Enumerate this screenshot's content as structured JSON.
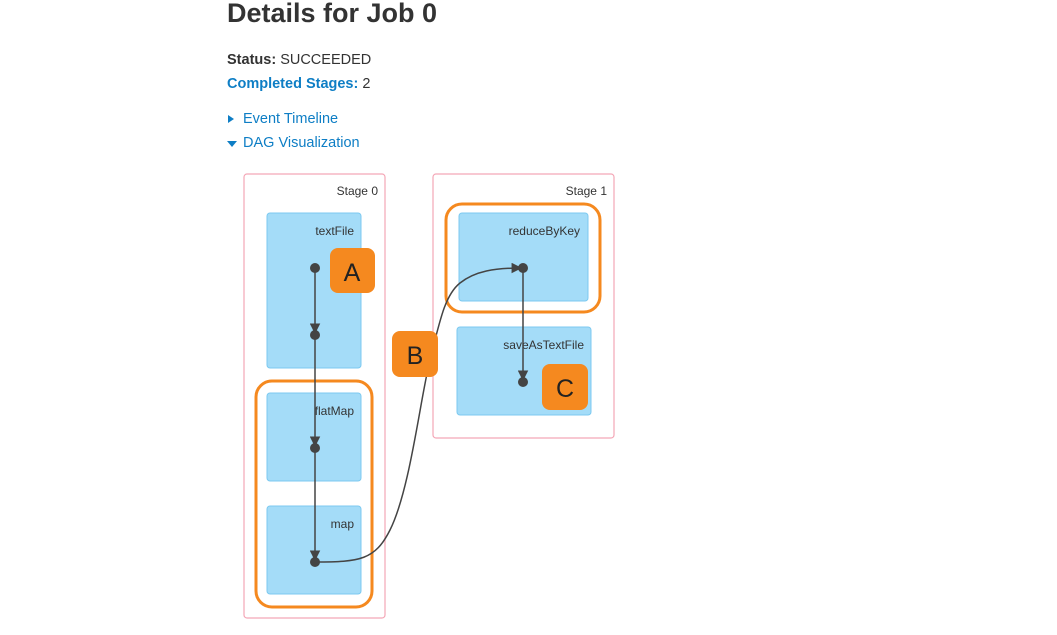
{
  "page": {
    "title": "Details for Job 0",
    "status_label": "Status:",
    "status_value": "SUCCEEDED",
    "completed_stages_label": "Completed Stages:",
    "completed_stages_value": "2"
  },
  "toggles": {
    "event_timeline": "Event Timeline",
    "dag_visualization": "DAG Visualization"
  },
  "dag": {
    "stages": [
      {
        "name": "Stage 0",
        "operations": [
          "textFile",
          "flatMap",
          "map"
        ]
      },
      {
        "name": "Stage 1",
        "operations": [
          "reduceByKey",
          "saveAsTextFile"
        ]
      }
    ],
    "annotations": [
      "A",
      "B",
      "C"
    ]
  },
  "colors": {
    "link": "#0e7ec5",
    "stage_border": "#f4a6b6",
    "op_fill": "#a4dcf8",
    "op_border": "#7cc9f0",
    "highlight": "#f5891f",
    "badge": "#f5891f",
    "edge": "#444444"
  }
}
